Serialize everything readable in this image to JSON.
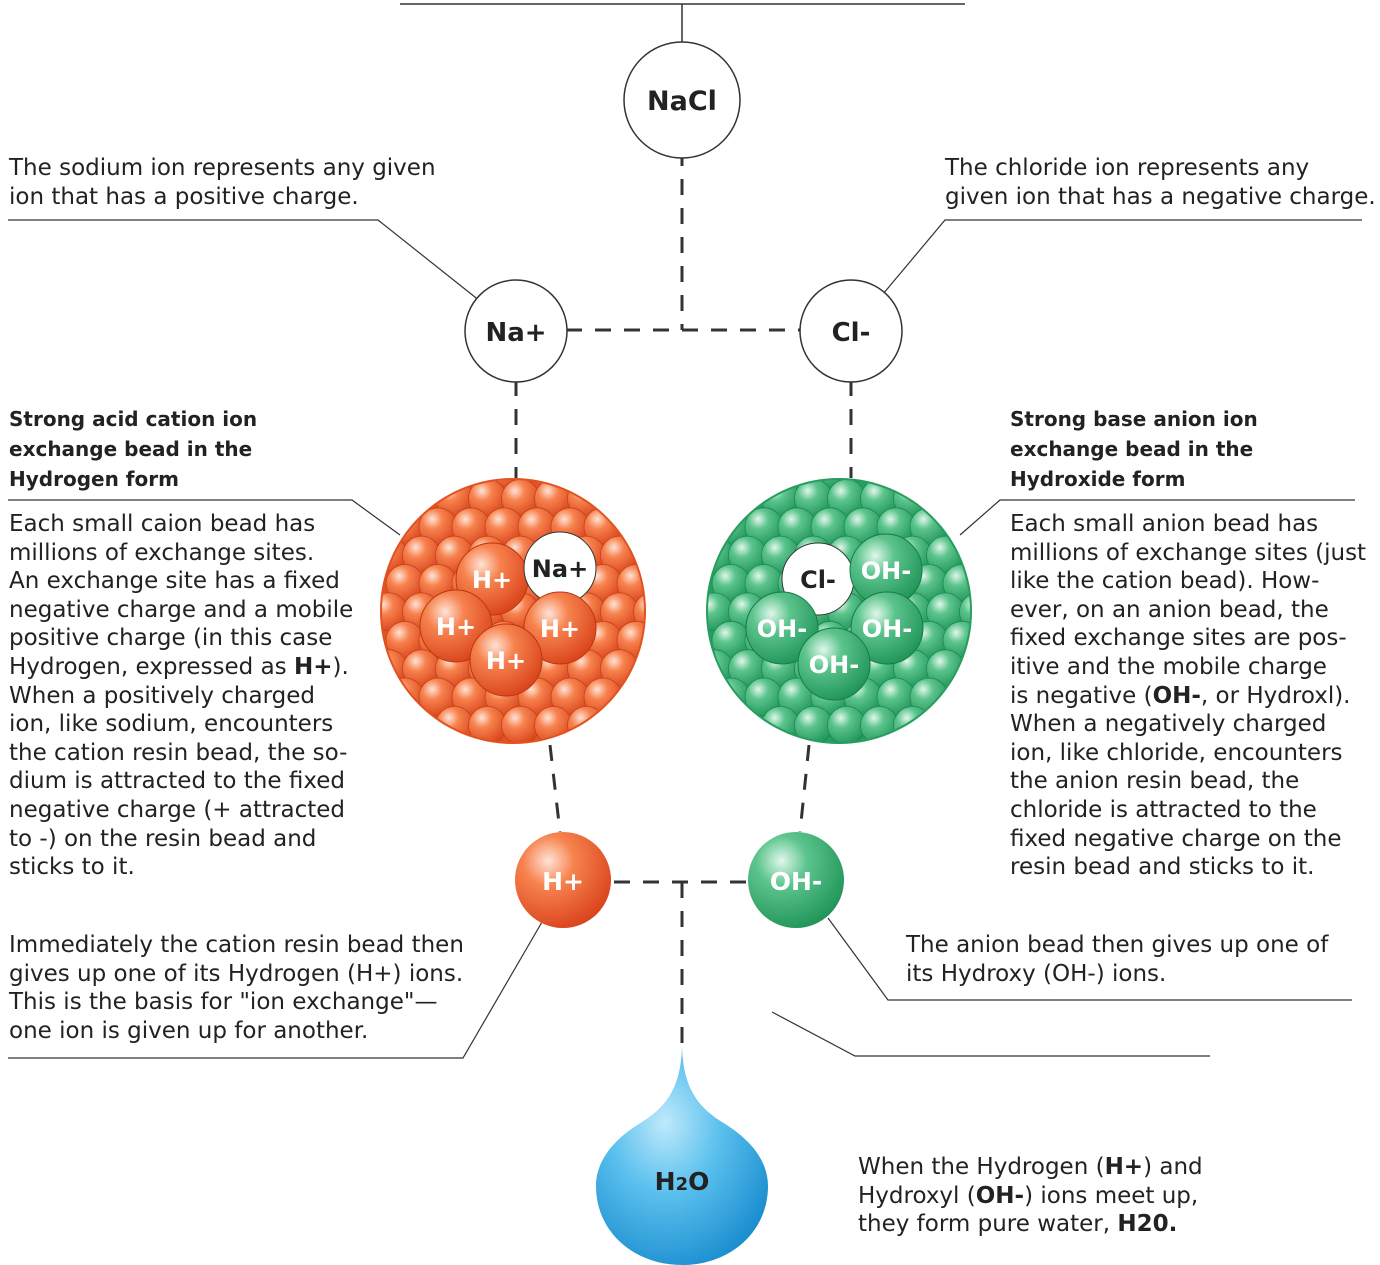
{
  "colors": {
    "cation": "#ef5a2a",
    "anion": "#2fb06a",
    "water": "#29a3e0",
    "line": "#333333"
  },
  "nodes": {
    "nacl": "NaCl",
    "na": "Na+",
    "cl": "Cl-",
    "hplus": "H+",
    "ohminus": "OH-",
    "water_pre": "H",
    "water_sub": "2",
    "water_post": "O"
  },
  "cation_bead": {
    "heading": [
      "Strong acid cation ion",
      "exchange bead in the",
      "Hydrogen form"
    ],
    "ions": [
      "H+",
      "Na+",
      "H+",
      "H+",
      "H+"
    ]
  },
  "anion_bead": {
    "heading": [
      "Strong base anion ion",
      "exchange bead in the",
      "Hydroxide form"
    ],
    "ions": [
      "Cl-",
      "OH-",
      "OH-",
      "OH-",
      "OH-"
    ]
  },
  "annotations": {
    "sodium": [
      "The sodium ion represents any given",
      "ion that has a positive charge."
    ],
    "chloride": [
      "The chloride ion represents any",
      "given ion that has a negative charge."
    ],
    "cation_body": {
      "l1": "Each small caion bead has",
      "l2": "millions of exchange sites.",
      "l3": "An exchange site has a fixed",
      "l4": "negative charge and a mobile",
      "l5": "positive charge (in this case",
      "l6_pre": "Hydrogen, expressed as ",
      "l6_bold": "H+",
      "l6_post": ").",
      "l7": "When a positively charged",
      "l8": "ion, like sodium, encounters",
      "l9": "the cation resin bead, the so-",
      "l10": "dium is attracted to the fixed",
      "l11": "negative charge (+ attracted",
      "l12": "to -) on the resin bead and",
      "l13": "sticks to it."
    },
    "anion_body": {
      "l1": "Each small anion bead has",
      "l2": "millions of exchange sites (just",
      "l3": "like the cation bead). How-",
      "l4": "ever, on an anion bead, the",
      "l5": "fixed exchange sites are pos-",
      "l6": "itive and the mobile charge",
      "l7_pre": "is negative (",
      "l7_bold": "OH-",
      "l7_post": ", or Hydroxl).",
      "l8": "When a negatively charged",
      "l9": "ion, like chloride, encounters",
      "l10": "the anion resin bead, the",
      "l11": "chloride is attracted to the",
      "l12": "fixed negative charge on the",
      "l13": "resin bead and sticks to it."
    },
    "exchange": [
      "Immediately the cation resin bead then",
      "gives up one of its Hydrogen (H+) ions.",
      "This is the basis for \"ion exchange\"—",
      "one ion is given up for another."
    ],
    "anion_gives": [
      "The anion bead then gives up one of",
      "its Hydroxy (OH-) ions."
    ],
    "water": {
      "l1_pre": "When the Hydrogen (",
      "l1_bold": "H+",
      "l1_post": ") and",
      "l2_pre": "Hydroxyl (",
      "l2_bold": "OH-",
      "l2_post": ") ions meet up,",
      "l3_pre": "they form pure water, ",
      "l3_bold": "H20."
    }
  }
}
